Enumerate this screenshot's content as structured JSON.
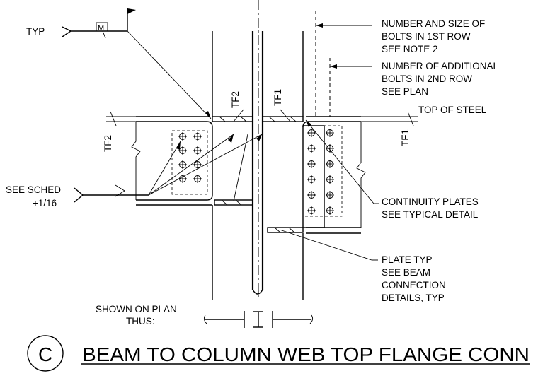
{
  "labels": {
    "typ": "TYP",
    "weld_symbol_letter": "M",
    "tf2_top": "TF2",
    "tf1_top": "TF1",
    "tf2_left": "TF2",
    "tf1_right": "TF1",
    "note1": [
      "NUMBER AND SIZE OF",
      "BOLTS IN 1ST ROW",
      "SEE NOTE 2"
    ],
    "note2": [
      "NUMBER OF ADDITIONAL",
      "BOLTS IN 2ND ROW",
      "SEE PLAN"
    ],
    "top_of_steel": "TOP OF STEEL",
    "see_sched": "SEE SCHED",
    "weld_size": "+1/16",
    "continuity": [
      "CONTINUITY PLATES",
      "SEE TYPICAL DETAIL"
    ],
    "plate_typ": [
      "PLATE TYP",
      "SEE BEAM",
      "CONNECTION",
      "DETAILS, TYP"
    ],
    "shown_on_plan": "SHOWN ON PLAN",
    "thus": "THUS:",
    "detail_letter": "C",
    "detail_title": "BEAM TO COLUMN WEB TOP FLANGE CONN"
  }
}
